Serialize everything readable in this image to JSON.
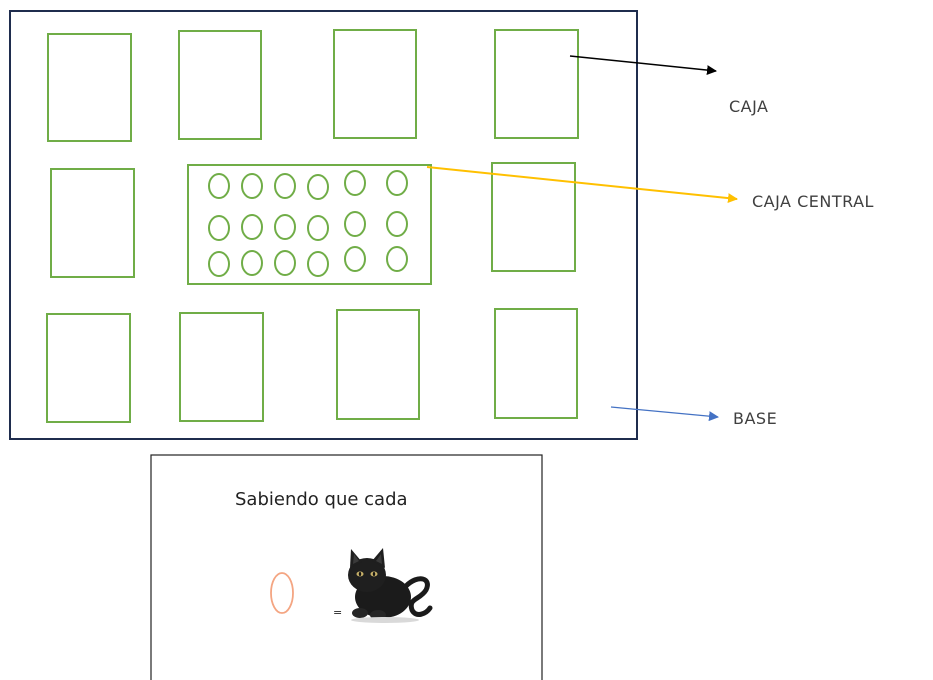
{
  "labels": {
    "caja": "CAJA",
    "caja_central": "CAJA CENTRAL",
    "base": "BASE"
  },
  "legend": {
    "text": "Sabiendo que cada",
    "equals": "="
  },
  "colors": {
    "base_border": "#1f2d4e",
    "box_green": "#70ad47",
    "arrow_black": "#000000",
    "arrow_yellow": "#ffc000",
    "arrow_blue": "#4472c4",
    "oval_orange": "#f4a582"
  },
  "icons": {
    "cat": "black-cat-icon"
  }
}
